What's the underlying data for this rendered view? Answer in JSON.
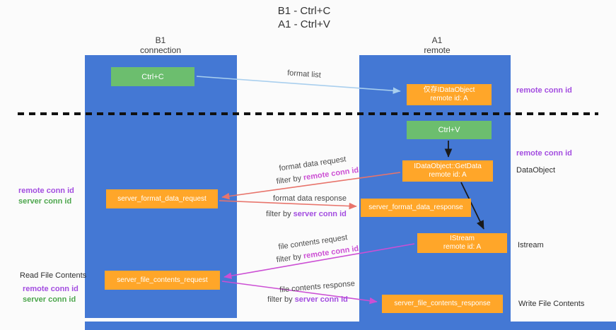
{
  "colors": {
    "lane_blue": "#4478d4",
    "box_green": "#6cbe6e",
    "box_orange": "#ffa629",
    "purple_text": "#a34de0",
    "magenta_text": "#cc4fd4",
    "green_text": "#4da64d",
    "arrow_light_blue": "#a9cfee",
    "arrow_salmon": "#e8746b",
    "arrow_magenta": "#cc4fd4",
    "arrow_black": "#1a1a1a"
  },
  "title": {
    "line1": "B1 - Ctrl+C",
    "line2": "A1 - Ctrl+V"
  },
  "lanes": {
    "left": {
      "name": "B1",
      "role": "connection"
    },
    "right": {
      "name": "A1",
      "role": "remote"
    }
  },
  "nodes": {
    "ctrl_c": {
      "label": "Ctrl+C"
    },
    "ctrl_v": {
      "label": "Ctrl+V"
    },
    "clipboard_object": {
      "line1": "仅存IDataObject",
      "line2": "remote id: A"
    },
    "getdata": {
      "line1": "IDataObject::GetData",
      "line2": "remote id: A"
    },
    "istream": {
      "line1": "IStream",
      "line2": "remote id: A"
    },
    "format_request": {
      "label": "server_format_data_request"
    },
    "format_response": {
      "label": "server_format_data_response"
    },
    "file_request": {
      "label": "server_file_contents_request"
    },
    "file_response": {
      "label": "server_file_contents_response"
    }
  },
  "side_labels": {
    "remote_conn_top": "remote conn id",
    "remote_conn_mid": "remote conn id",
    "dataobject": "DataObject",
    "istream": "Istream",
    "write_file": "Write File Contents",
    "read_file": "Read File Contents",
    "left_remote_conn_1": "remote conn id",
    "left_server_conn_1": "server conn id",
    "left_remote_conn_2": "remote conn id",
    "left_server_conn_2": "server conn id"
  },
  "arrow_labels": {
    "format_list": "format list",
    "format_request": "format data request",
    "format_request_filter_prefix": "filter by ",
    "format_request_filter_highlight": "remote conn id",
    "format_response": "format data response",
    "format_response_filter_prefix": "filter by ",
    "format_response_filter_highlight": "server conn id",
    "file_request": "file contents request",
    "file_request_filter_prefix": "filter by ",
    "file_request_filter_highlight": "remote conn id",
    "file_response": "file contents response",
    "file_response_filter_prefix": "filter by ",
    "file_response_filter_highlight": "server conn id"
  }
}
